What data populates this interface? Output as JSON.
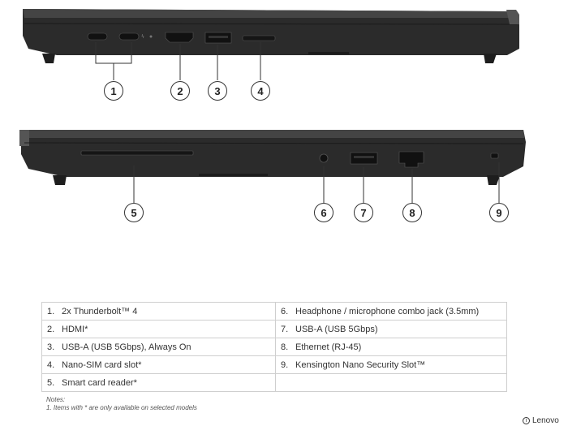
{
  "callouts": [
    "1",
    "2",
    "3",
    "4",
    "5",
    "6",
    "7",
    "8",
    "9"
  ],
  "ports": [
    {
      "num": "1.",
      "label": "2x Thunderbolt™ 4"
    },
    {
      "num": "2.",
      "label": "HDMI*"
    },
    {
      "num": "3.",
      "label": "USB-A (USB 5Gbps), Always On"
    },
    {
      "num": "4.",
      "label": "Nano-SIM card slot*"
    },
    {
      "num": "5.",
      "label": "Smart card reader*"
    },
    {
      "num": "6.",
      "label": "Headphone / microphone combo jack (3.5mm)"
    },
    {
      "num": "7.",
      "label": "USB-A (USB 5Gbps)"
    },
    {
      "num": "8.",
      "label": "Ethernet (RJ-45)"
    },
    {
      "num": "9.",
      "label": "Kensington Nano Security Slot™"
    }
  ],
  "notes": {
    "heading": "Notes:",
    "line1": "1. Items with * are only available on selected models"
  },
  "brand": {
    "mark": "i",
    "name": "Lenovo"
  },
  "colors": {
    "chassis": "#2a2a2a",
    "lid": "#3a3a3a",
    "port": "#111111",
    "line": "#333333"
  }
}
